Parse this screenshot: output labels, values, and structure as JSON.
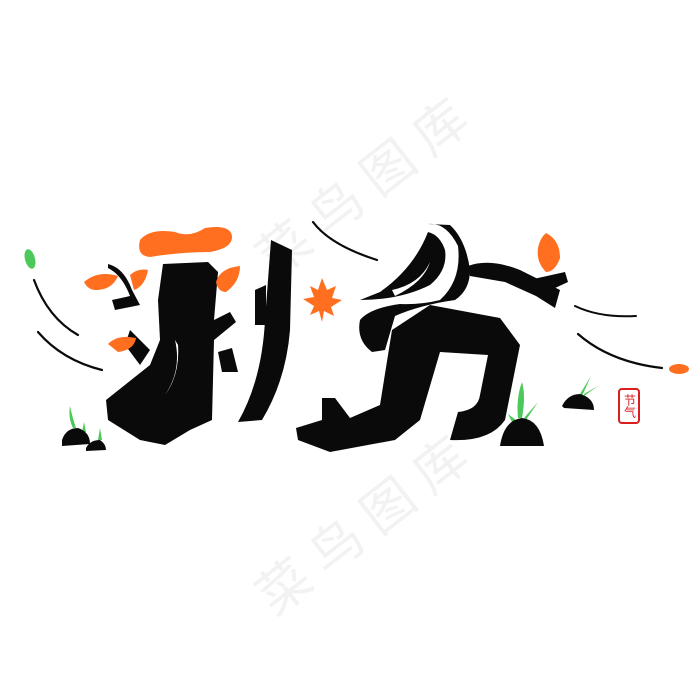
{
  "artwork": {
    "title_text": "秋分",
    "stamp_text": "节气",
    "watermark_text": "菜鸟图库",
    "colors": {
      "ink": "#0a0a0a",
      "leaf_orange": "#ff6f1f",
      "sprout_green": "#4cc95a",
      "stamp_red": "#d81e1e",
      "watermark": "#f2f2f2",
      "background": "#ffffff"
    }
  }
}
